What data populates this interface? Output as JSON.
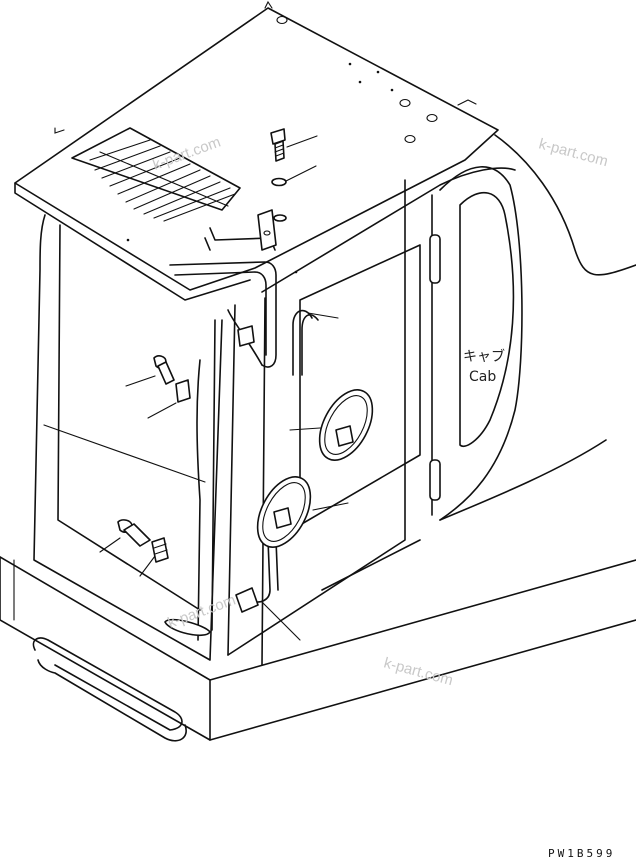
{
  "diagram": {
    "cab_label_jp": "キャブ",
    "cab_label_en": "Cab",
    "drawing_code": "PW1B599",
    "watermarks": [
      "k-part.com",
      "k-part.com",
      "k-part.com",
      "k-part.com"
    ]
  }
}
